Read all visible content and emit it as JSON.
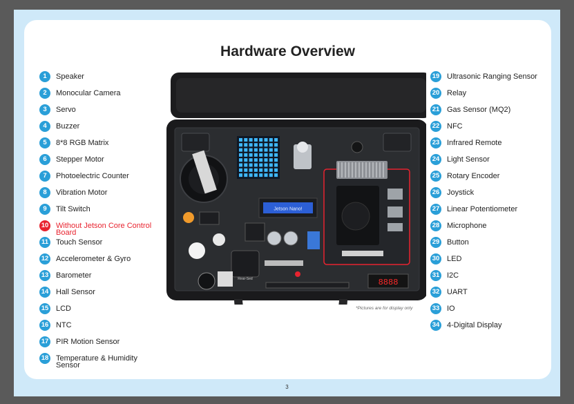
{
  "document": {
    "title": "Hardware Overview",
    "disclaimer": "*Pictures are for display only",
    "page_number": "3",
    "colors": {
      "badge": "#2a9fd8",
      "highlight": "#e8232f",
      "page_bg": "#cfe9f9"
    },
    "device": {
      "screen_text": "Jetson Nano!",
      "display_digits": "8888",
      "sensor_label": "Rear-Sed"
    },
    "left_items": [
      {
        "num": "1",
        "label": "Speaker"
      },
      {
        "num": "2",
        "label": "Monocular Camera"
      },
      {
        "num": "3",
        "label": "Servo"
      },
      {
        "num": "4",
        "label": "Buzzer"
      },
      {
        "num": "5",
        "label": "8*8 RGB Matrix"
      },
      {
        "num": "6",
        "label": "Stepper Motor"
      },
      {
        "num": "7",
        "label": "Photoelectric Counter"
      },
      {
        "num": "8",
        "label": "Vibration Motor"
      },
      {
        "num": "9",
        "label": "Tilt Switch"
      },
      {
        "num": "10",
        "label": "Without Jetson Core Control Board"
      },
      {
        "num": "11",
        "label": "Touch Sensor"
      },
      {
        "num": "12",
        "label": "Accelerometer & Gyro"
      },
      {
        "num": "13",
        "label": "Barometer"
      },
      {
        "num": "14",
        "label": "Hall Sensor"
      },
      {
        "num": "15",
        "label": "LCD"
      },
      {
        "num": "16",
        "label": "NTC"
      },
      {
        "num": "17",
        "label": "PIR Motion Sensor"
      },
      {
        "num": "18",
        "label": "Temperature & Humidity Sensor"
      }
    ],
    "right_items": [
      {
        "num": "19",
        "label": "Ultrasonic Ranging Sensor"
      },
      {
        "num": "20",
        "label": "Relay"
      },
      {
        "num": "21",
        "label": "Gas Sensor (MQ2)"
      },
      {
        "num": "22",
        "label": "NFC"
      },
      {
        "num": "23",
        "label": "Infrared Remote"
      },
      {
        "num": "24",
        "label": "Light Sensor"
      },
      {
        "num": "25",
        "label": "Rotary Encoder"
      },
      {
        "num": "26",
        "label": "Joystick"
      },
      {
        "num": "27",
        "label": "Linear Potentiometer"
      },
      {
        "num": "28",
        "label": "Microphone"
      },
      {
        "num": "29",
        "label": "Button"
      },
      {
        "num": "30",
        "label": "LED"
      },
      {
        "num": "31",
        "label": "I2C"
      },
      {
        "num": "32",
        "label": "UART"
      },
      {
        "num": "33",
        "label": "IO"
      },
      {
        "num": "34",
        "label": "4-Digital Display"
      }
    ]
  }
}
